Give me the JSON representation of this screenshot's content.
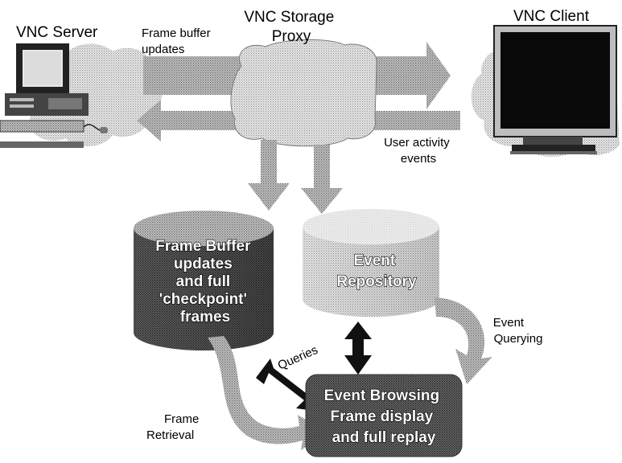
{
  "nodes": {
    "vnc_server": "VNC Server",
    "storage_proxy": [
      "VNC Storage",
      "Proxy"
    ],
    "vnc_client": "VNC Client",
    "frame_buffer_store": [
      "Frame Buffer",
      "updates",
      "and full",
      "'checkpoint'",
      "frames"
    ],
    "event_repository": [
      "Event",
      "Repository"
    ],
    "event_browsing": [
      "Event Browsing",
      "Frame display",
      "and full replay"
    ]
  },
  "edges": {
    "frame_buffer_updates": [
      "Frame buffer",
      "updates"
    ],
    "user_activity_events": [
      "User activity",
      "events"
    ],
    "queries": "Queries",
    "event_querying": [
      "Event",
      "Querying"
    ],
    "frame_retrieval": [
      "Frame",
      "Retrieval"
    ]
  }
}
